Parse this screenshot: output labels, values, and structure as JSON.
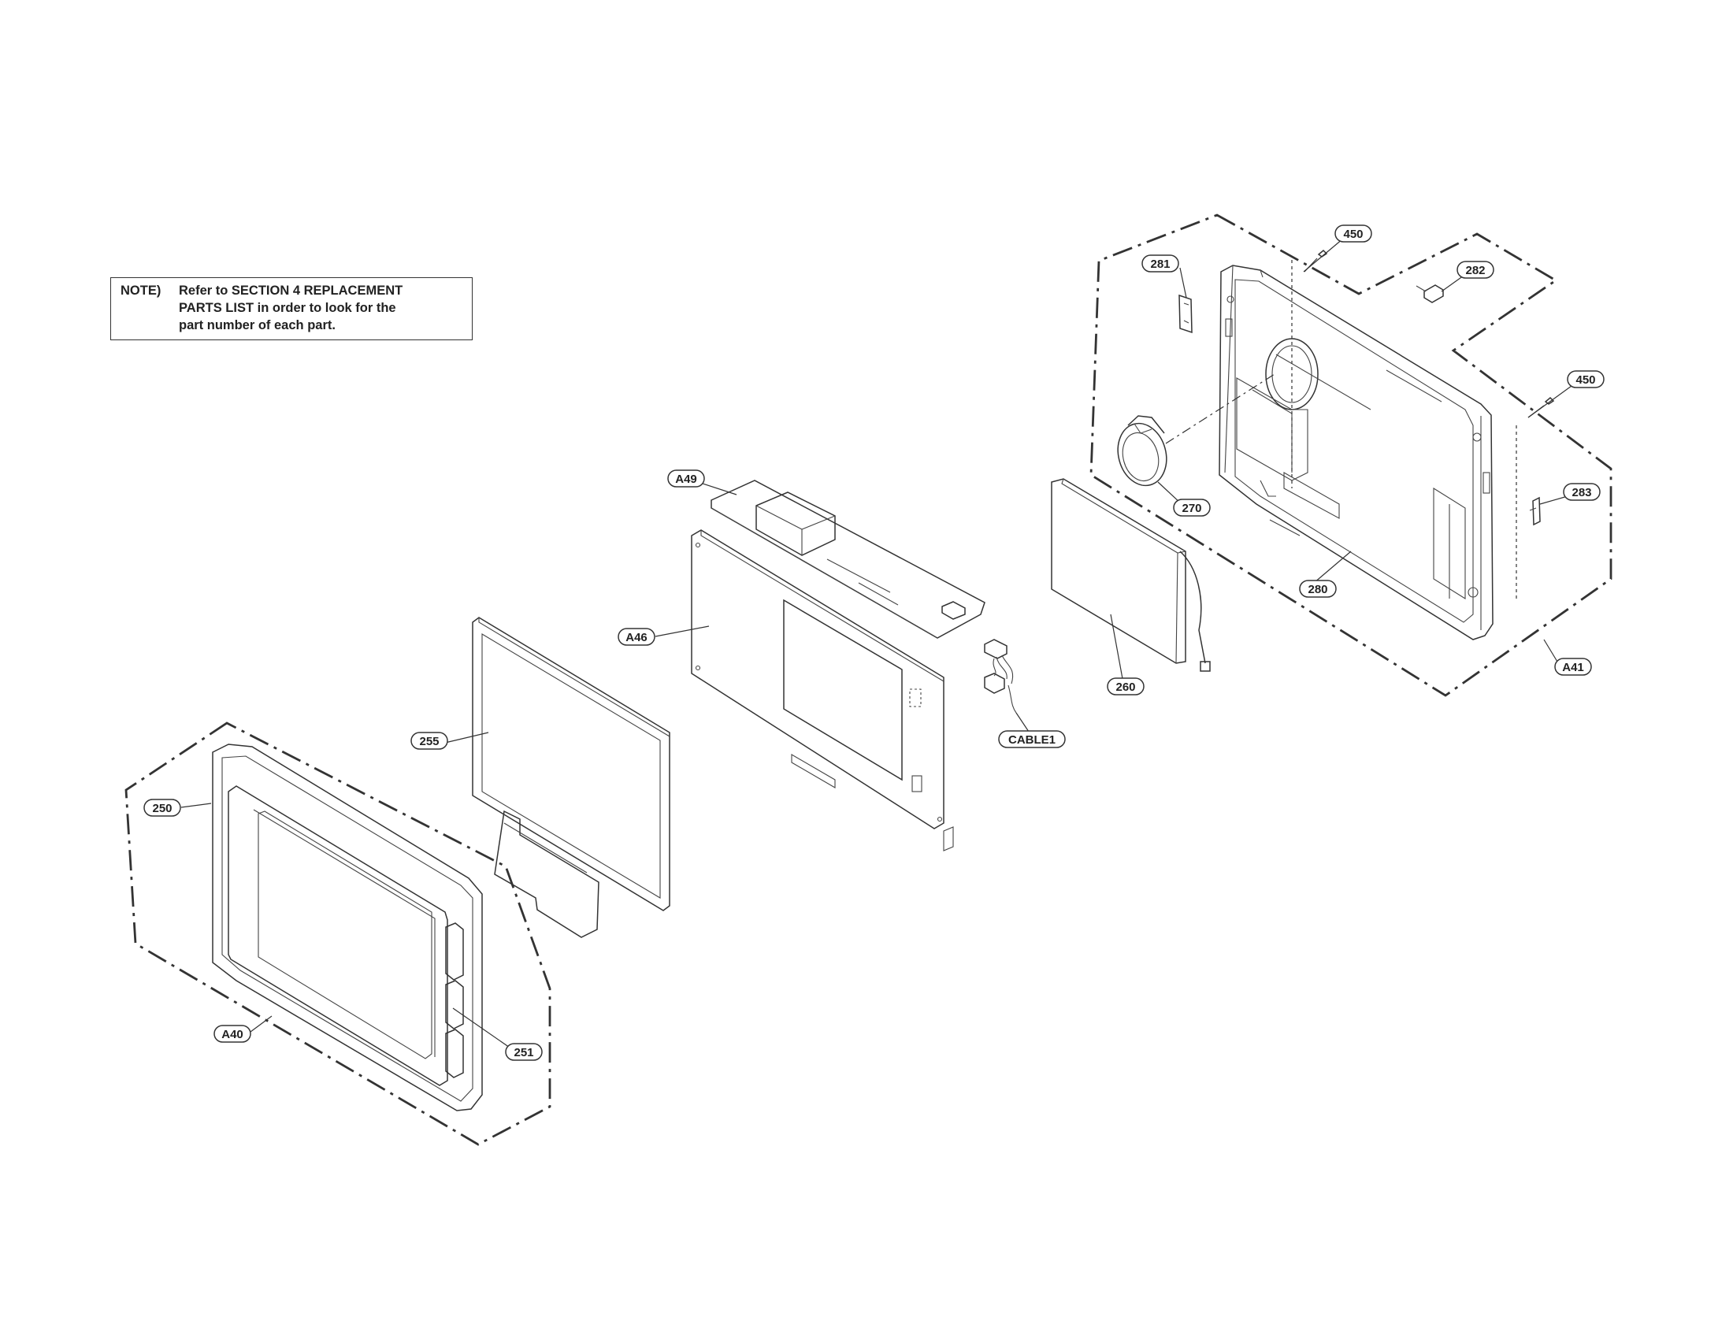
{
  "note": {
    "prefix": "NOTE)",
    "lines": [
      "Refer to SECTION 4 REPLACEMENT",
      "PARTS LIST in order to look for the",
      "part number of each part."
    ]
  },
  "callouts": {
    "c450a": "450",
    "c281": "281",
    "c282": "282",
    "c450b": "450",
    "c283": "283",
    "c270": "270",
    "c280": "280",
    "c260": "260",
    "cA41": "A41",
    "cA49": "A49",
    "cA46": "A46",
    "cCABLE1": "CABLE1",
    "c255": "255",
    "c250": "250",
    "c251": "251",
    "cA40": "A40"
  }
}
